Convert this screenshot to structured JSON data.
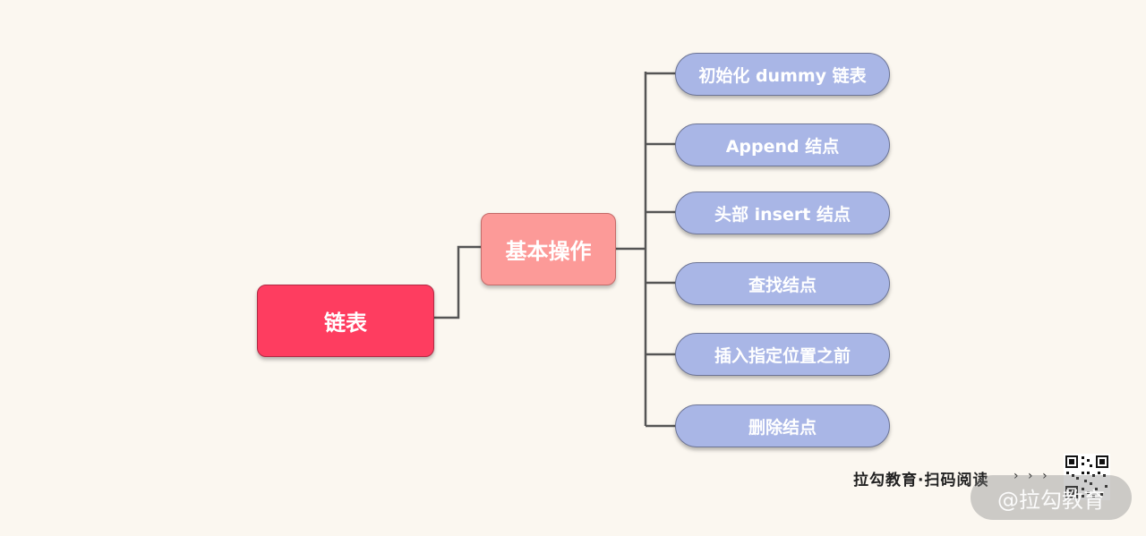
{
  "diagram": {
    "root": {
      "label": "链表"
    },
    "branch": {
      "label": "基本操作"
    },
    "leaves": [
      {
        "label": "初始化 dummy 链表"
      },
      {
        "label": "Append 结点"
      },
      {
        "label": "头部 insert 结点"
      },
      {
        "label": "查找结点"
      },
      {
        "label": "插入指定位置之前"
      },
      {
        "label": "删除结点"
      }
    ]
  },
  "footer": {
    "text": "拉勾教育·扫码阅读",
    "arrows": "› › ›",
    "watermark": "@拉勾教育"
  },
  "colors": {
    "background": "#fbf7f0",
    "root": "#fe3d60",
    "branch": "#fc9a98",
    "leaf": "#a9b6e6",
    "connector": "#555555"
  }
}
